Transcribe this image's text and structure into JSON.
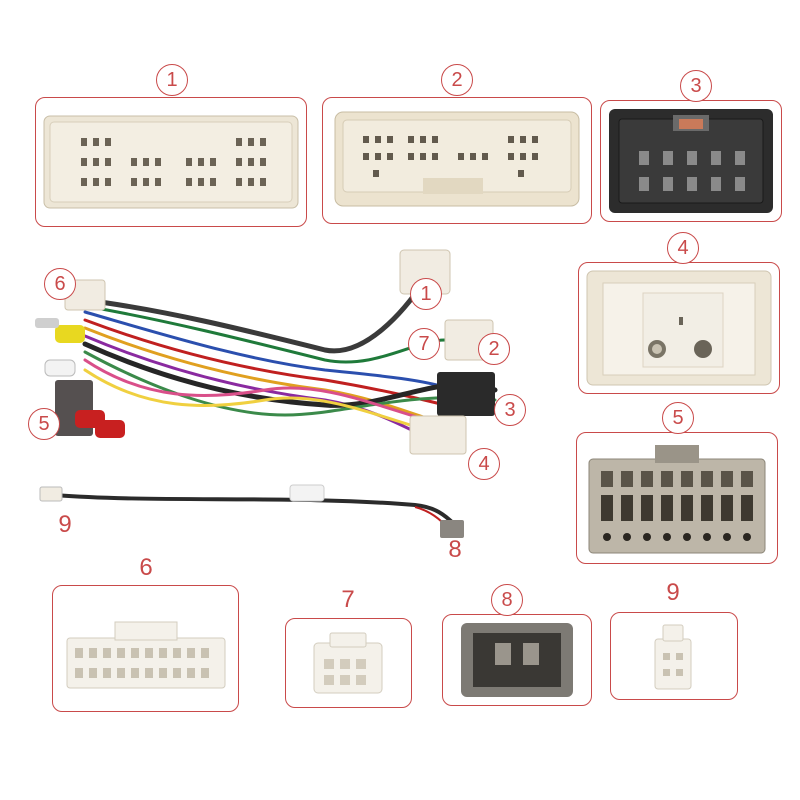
{
  "labels": {
    "c1": "1",
    "c2": "2",
    "c3": "3",
    "c4": "4",
    "c5": "5",
    "c6": "6",
    "c7": "7",
    "c8": "8",
    "c9": "9",
    "h1": "1",
    "h2": "2",
    "h3": "3",
    "h4": "4",
    "h5": "5",
    "h6": "6",
    "h7": "7",
    "h8": "8",
    "h9": "9"
  },
  "colors": {
    "frame": "#c94a4a",
    "connector_white": "#ede6d6",
    "connector_dark": "#2c2c2c",
    "connector_grey": "#7d7a74"
  }
}
